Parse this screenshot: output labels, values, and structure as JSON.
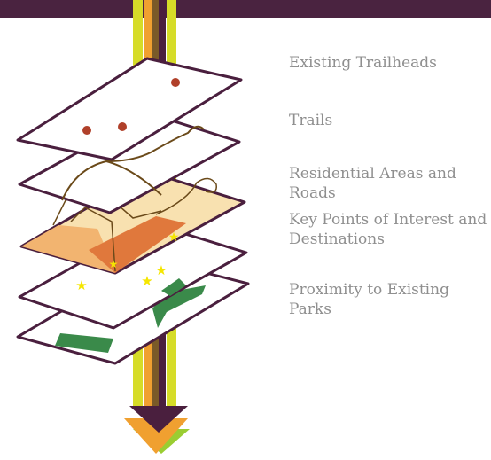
{
  "layers": [
    {
      "label": "Existing Trailheads"
    },
    {
      "label": "Trails"
    },
    {
      "label": "Residential Areas and Roads"
    },
    {
      "label": "Key Points of Interest and Destinations"
    },
    {
      "label": "Proximity to Existing Parks"
    }
  ],
  "colors": {
    "header_bar": "#4a2340",
    "layer_outline": "#4a1f3e",
    "trailhead_dot": "#b0402a",
    "trail_line": "#6b4a1a",
    "residential_light": "#f8e1b0",
    "residential_mid": "#f2b470",
    "residential_dark": "#e0783c",
    "poi_star": "#f5e600",
    "park_green": "#3a8a4a",
    "stripe_yellow": "#d6dc28",
    "stripe_orange": "#f0a030",
    "stripe_brown": "#7a5a28",
    "stripe_plum": "#4a1f3e"
  }
}
